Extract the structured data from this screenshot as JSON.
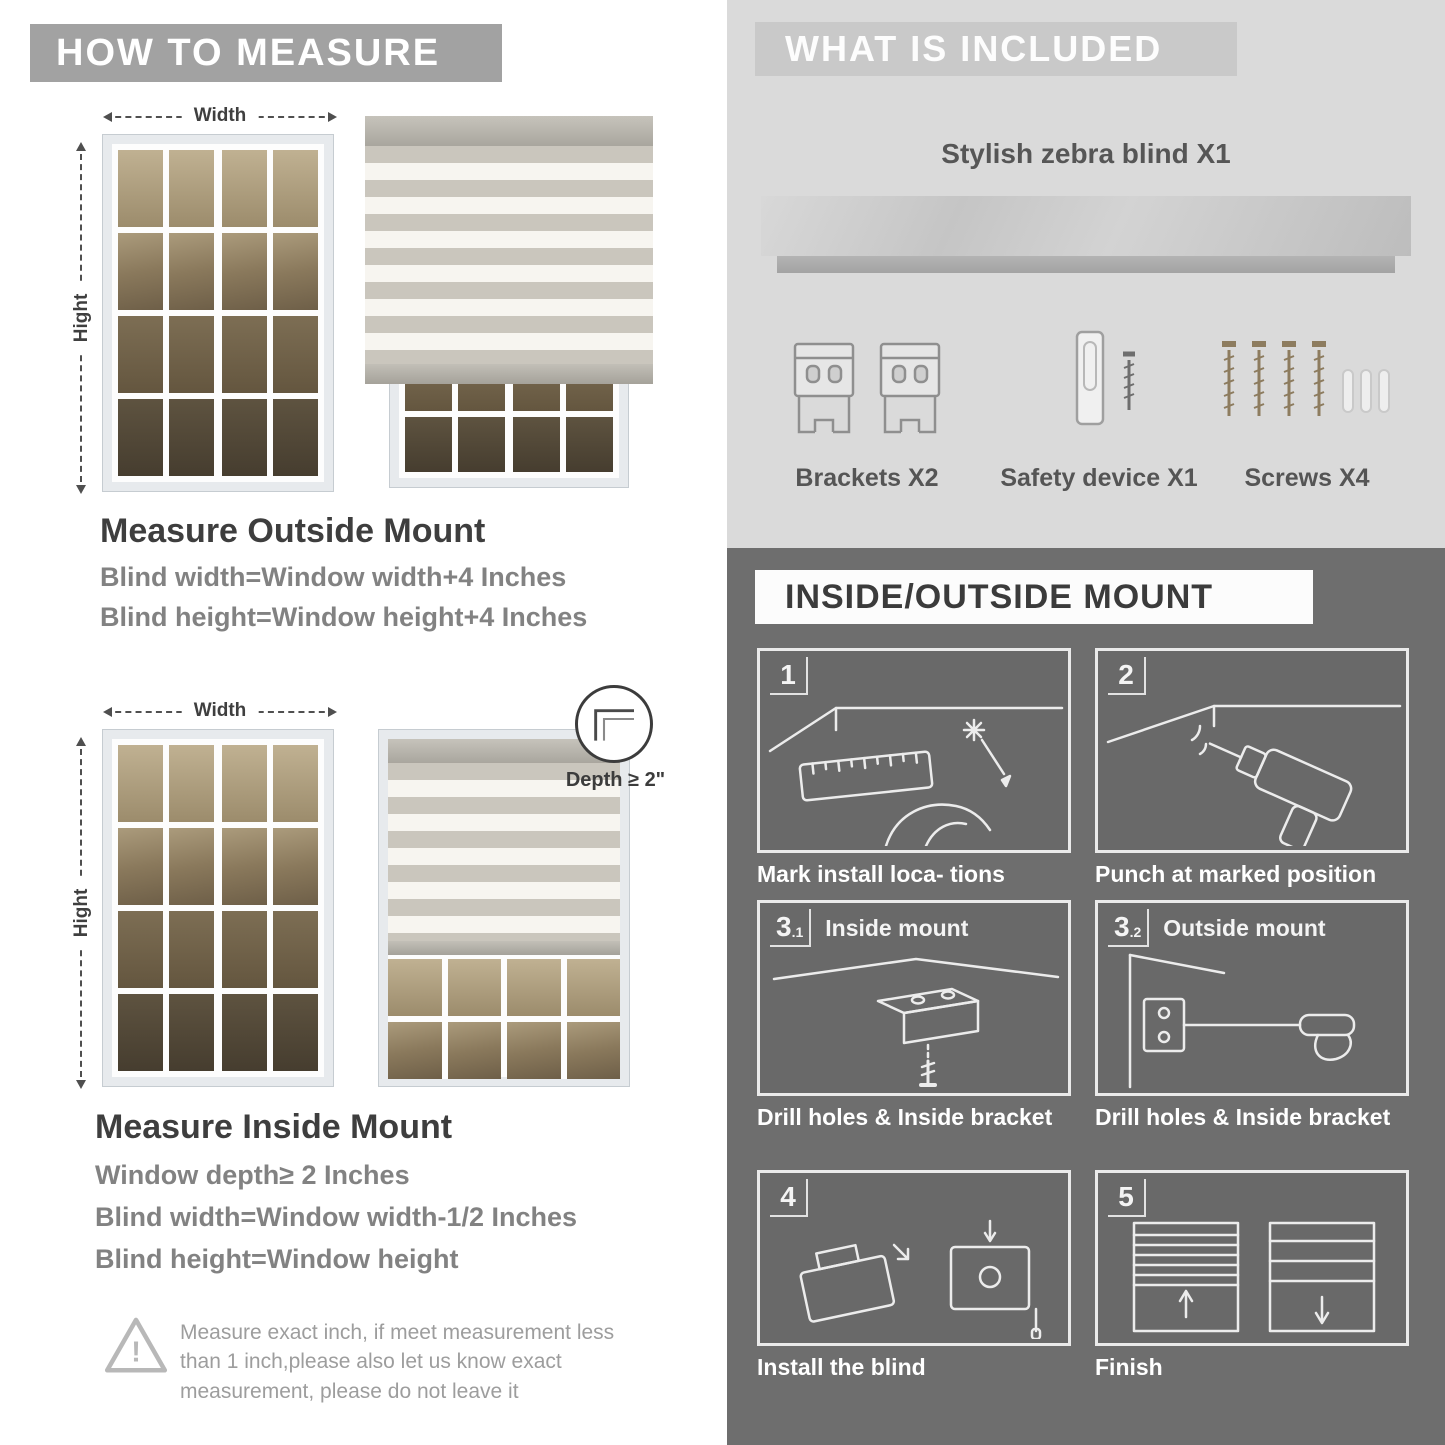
{
  "how_to_measure": {
    "header": "HOW TO MEASURE",
    "width_label": "Width",
    "height_label": "Hight",
    "outside": {
      "title": "Measure Outside Mount",
      "lines": [
        "Blind width=Window width+4 Inches",
        "Blind height=Window height+4 Inches"
      ]
    },
    "inside": {
      "depth_label": "Depth ≥ 2\"",
      "title": "Measure Inside Mount",
      "lines": [
        "Window depth≥ 2 Inches",
        "Blind width=Window width-1/2 Inches",
        "Blind height=Window height"
      ]
    },
    "warning": {
      "icon_text": "!",
      "text": "Measure exact inch, if meet measurement less than 1 inch,please also let us know exact measurement, please do not leave it"
    }
  },
  "what_is_included": {
    "header": "WHAT IS INCLUDED",
    "blind_label": "Stylish zebra blind X1",
    "items": [
      {
        "label": "Brackets X2",
        "icon": "brackets-icon"
      },
      {
        "label": "Safety device X1",
        "icon": "safety-device-icon"
      },
      {
        "label": "Screws X4",
        "icon": "screws-icon"
      }
    ]
  },
  "mount_guide": {
    "header": "INSIDE/OUTSIDE MOUNT",
    "steps": [
      {
        "num": "1",
        "sub": "",
        "title": "",
        "caption": "Mark install loca- tions"
      },
      {
        "num": "2",
        "sub": "",
        "title": "",
        "caption": "Punch at  marked position"
      },
      {
        "num": "3",
        "sub": ".1",
        "title": "Inside mount",
        "caption": "Drill holes &  Inside bracket"
      },
      {
        "num": "3",
        "sub": ".2",
        "title": "Outside mount",
        "caption": "Drill holes &  Inside bracket"
      },
      {
        "num": "4",
        "sub": "",
        "title": "",
        "caption": "Install the blind"
      },
      {
        "num": "5",
        "sub": "",
        "title": "",
        "caption": "Finish"
      }
    ]
  },
  "colors": {
    "left_header_bg": "#a2a2a2",
    "included_bg": "#dadada",
    "mount_bg": "#6e6e6e",
    "stripe_gray": "#cac6bd"
  }
}
